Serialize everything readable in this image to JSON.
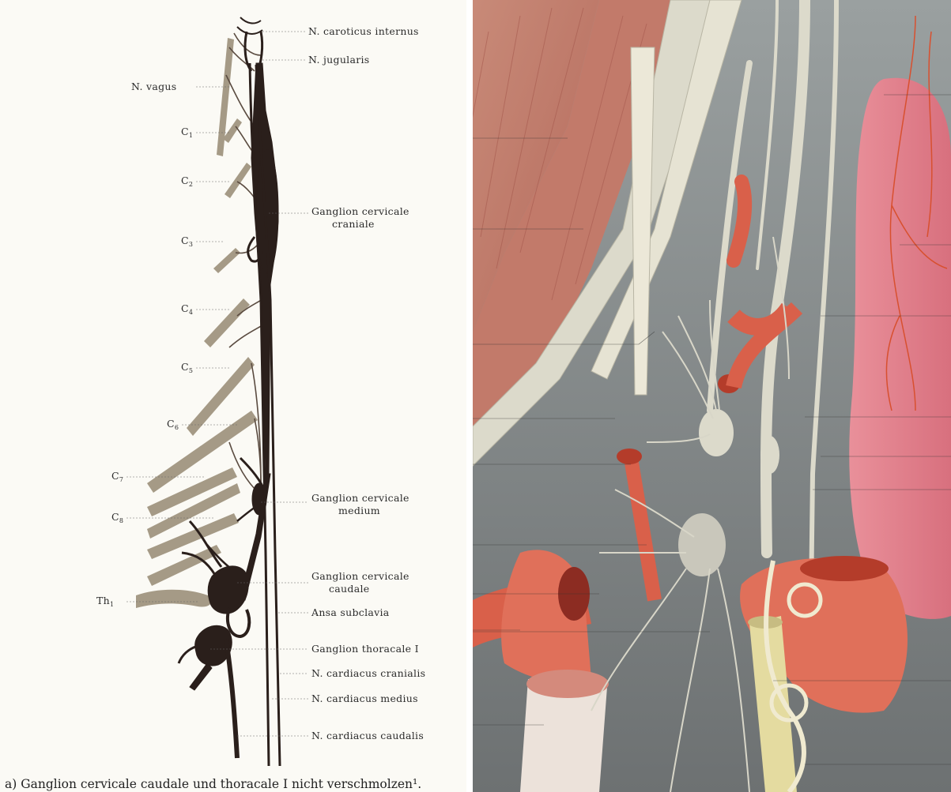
{
  "left_labels": {
    "vagus": "N. vagus",
    "c1": "C",
    "c1_sub": "1",
    "c2": "C",
    "c2_sub": "2",
    "c3": "C",
    "c3_sub": "3",
    "c4": "C",
    "c4_sub": "4",
    "c5": "C",
    "c5_sub": "5",
    "c6": "C",
    "c6_sub": "6",
    "c7": "C",
    "c7_sub": "7",
    "c8": "C",
    "c8_sub": "8",
    "th1": "Th",
    "th1_sub": "1"
  },
  "right_labels": {
    "caroticus": "N. caroticus internus",
    "jugularis": "N. jugularis",
    "gcc_1": "Ganglion cervicale",
    "gcc_2": "craniale",
    "gcm_1": "Ganglion cervicale",
    "gcm_2": "medium",
    "gcca_1": "Ganglion cervicale",
    "gcca_2": "caudale",
    "ansa": "Ansa subclavia",
    "gti": "Ganglion thoracale I",
    "cardiacus_cranialis": "N. cardiacus cranialis",
    "cardiacus_medius": "N. cardiacus medius",
    "cardiacus_caudalis": "N. cardiacus caudalis"
  },
  "caption": "a) Ganglion cervicale caudale und thoracale I nicht verschmolzen¹.",
  "colors": {
    "nerve_dark": "#2a1f1b",
    "spinal_tan": "#a59a86",
    "muscle": "#c97866",
    "artery": "#d9604a",
    "nerve_light": "#dcdacb",
    "tissue_gray": "#8d8f8f",
    "heart_pink": "#e6828c",
    "vessel_yellow": "#e4dba0"
  }
}
